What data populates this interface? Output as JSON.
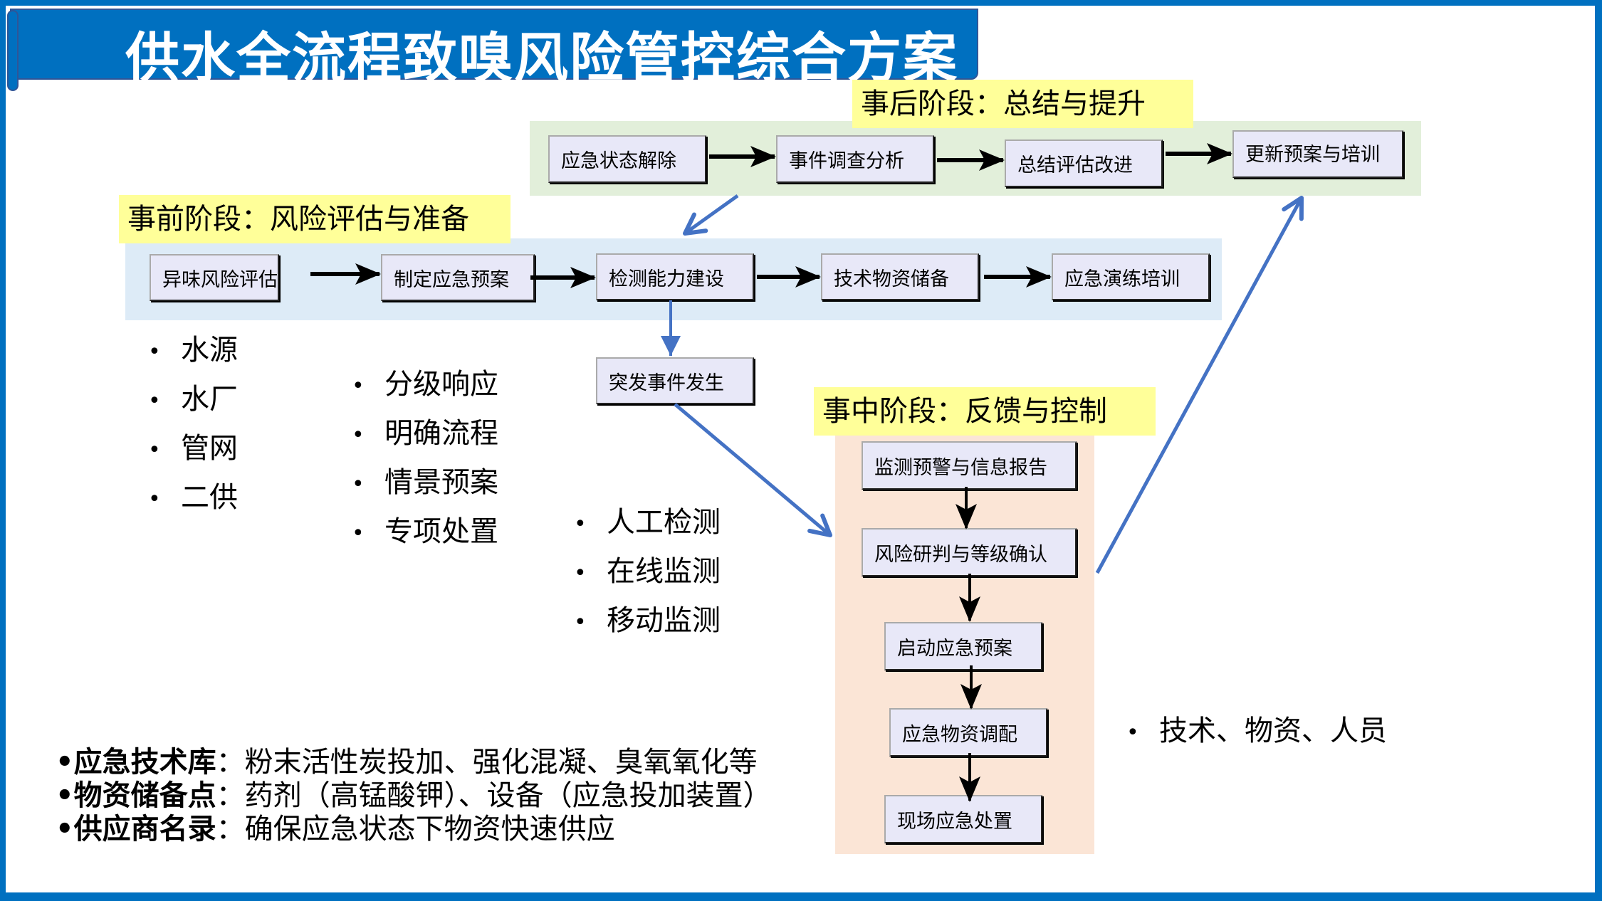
{
  "title": "供水全流程致嗅风险管控综合方案",
  "phases": {
    "after": {
      "label": "事后阶段：总结与提升",
      "steps": [
        "应急状态解除",
        "事件调查分析",
        "总结评估改进",
        "更新预案与培训"
      ]
    },
    "before": {
      "label": "事前阶段：风险评估与准备",
      "steps": [
        "异味风险评估",
        "制定应急预案",
        "检测能力建设",
        "技术物资储备",
        "应急演练培训"
      ]
    },
    "trigger": "突发事件发生",
    "during": {
      "label": "事中阶段：反馈与控制",
      "steps": [
        "监测预警与信息报告",
        "风险研判与等级确认",
        "启动应急预案",
        "应急物资调配",
        "现场应急处置"
      ]
    }
  },
  "bullet_groups": {
    "risk_scope": [
      "水源",
      "水厂",
      "管网",
      "二供"
    ],
    "plan_items": [
      "分级响应",
      "明确流程",
      "情景预案",
      "专项处置"
    ],
    "detection": [
      "人工检测",
      "在线监测",
      "移动监测"
    ],
    "resources": [
      "技术、物资、人员"
    ]
  },
  "notes": [
    {
      "key": "•应急技术库",
      "sep": "：",
      "value": "粉末活性炭投加、强化混凝、臭氧氧化等"
    },
    {
      "key": "•物资储备点",
      "sep": "：",
      "value": "药剂（高锰酸钾）、设备（应急投加装置）"
    },
    {
      "key": "•供应商名录",
      "sep": "：",
      "value": "确保应急状态下物资快速供应"
    }
  ],
  "colors": {
    "banner": "#0070C0",
    "frame": "#0070C0",
    "phase_label_bg": "#FFFF99",
    "after_band": "#E2EFDA",
    "before_band": "#DDEBF7",
    "during_band": "#FBE5D6",
    "step_box": "#E8E8F8",
    "connector_blue": "#4472C4"
  }
}
